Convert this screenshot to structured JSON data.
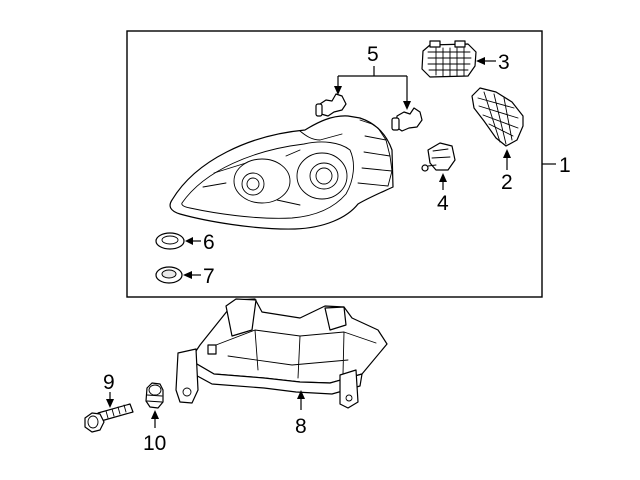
{
  "callouts": {
    "c1": "1",
    "c2": "2",
    "c3": "3",
    "c4": "4",
    "c5": "5",
    "c6": "6",
    "c7": "7",
    "c8": "8",
    "c9": "9",
    "c10": "10"
  },
  "parts": [
    "headlamp-assembly-icon",
    "cover-icon",
    "cap-icon",
    "side-marker-bulb-icon",
    "headlamp-bulbs-icon",
    "seal-ring-icon",
    "grommet-icon",
    "mounting-bracket-icon",
    "bolt-icon",
    "nut-icon"
  ]
}
